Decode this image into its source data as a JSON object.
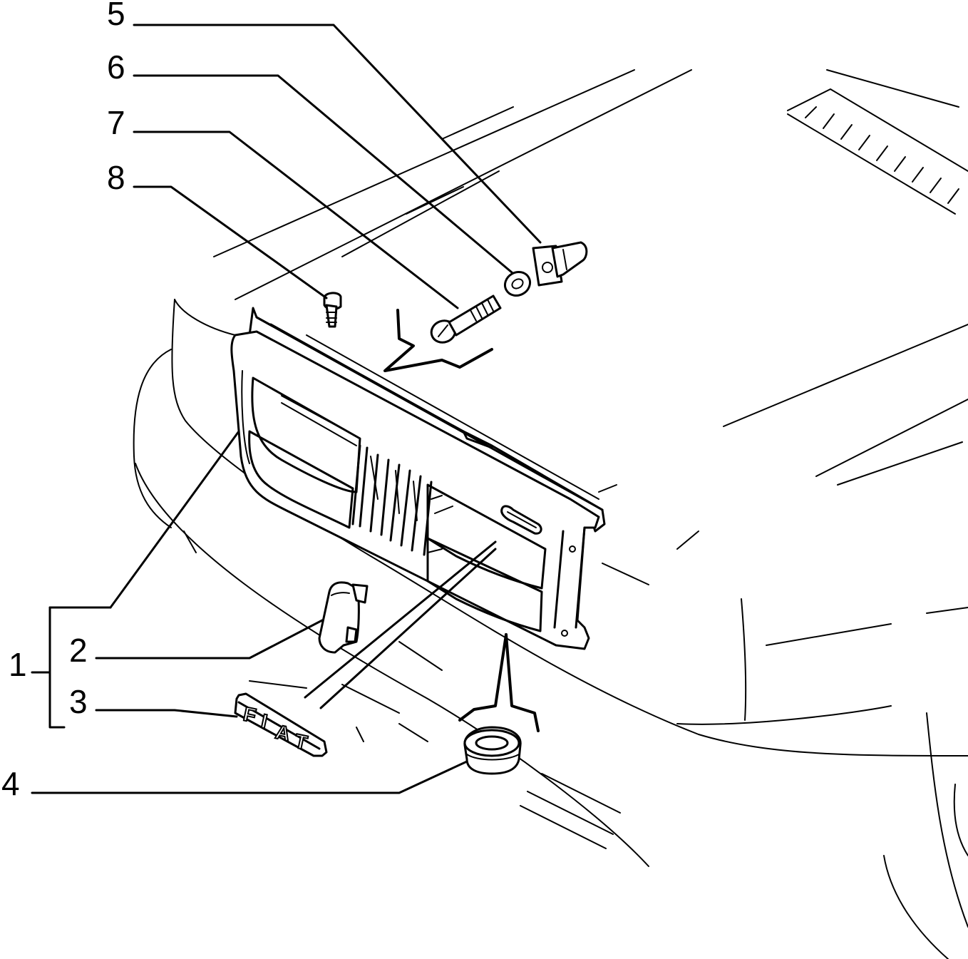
{
  "callouts": [
    {
      "id": "1",
      "label": "1"
    },
    {
      "id": "2",
      "label": "2"
    },
    {
      "id": "3",
      "label": "3"
    },
    {
      "id": "4",
      "label": "4"
    },
    {
      "id": "5",
      "label": "5"
    },
    {
      "id": "6",
      "label": "6"
    },
    {
      "id": "7",
      "label": "7"
    },
    {
      "id": "8",
      "label": "8"
    }
  ],
  "badge": {
    "letters": [
      "F",
      "I",
      "A",
      "T"
    ]
  }
}
